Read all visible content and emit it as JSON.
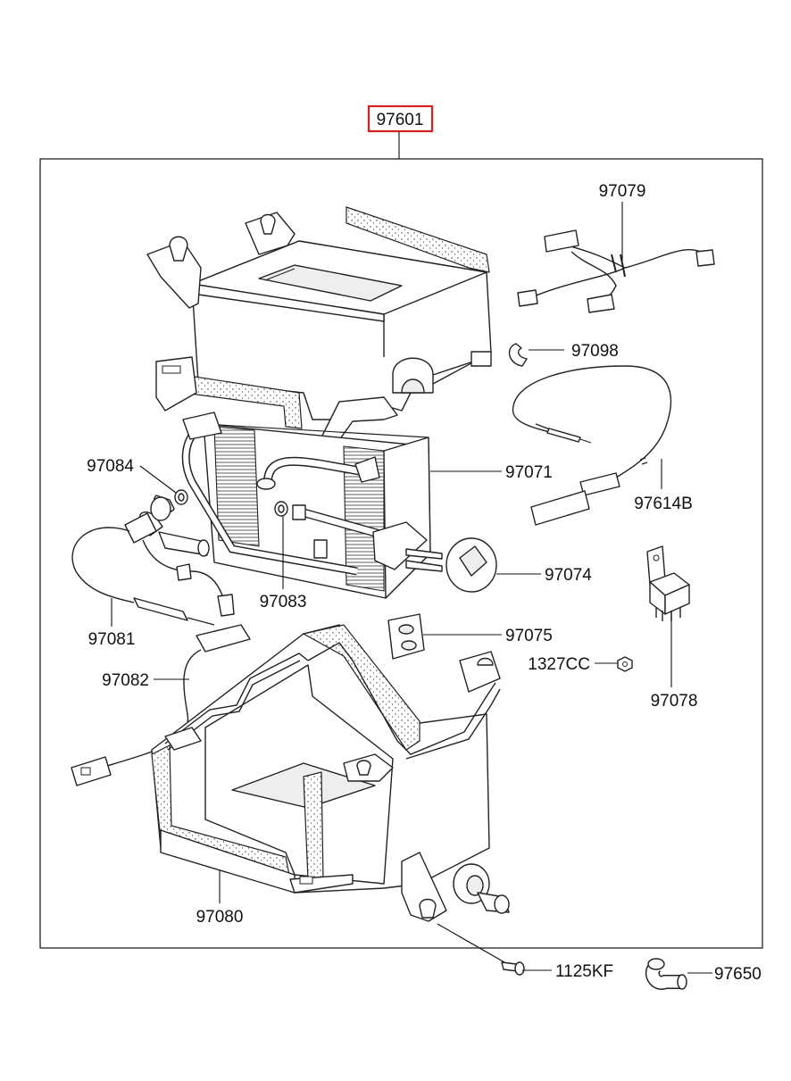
{
  "diagram": {
    "assembly_label": "97601",
    "highlight_color": "#d42020",
    "line_color": "#222222",
    "parts": [
      {
        "id": "97079",
        "label": "97079"
      },
      {
        "id": "97098",
        "label": "97098"
      },
      {
        "id": "97084",
        "label": "97084"
      },
      {
        "id": "97071",
        "label": "97071"
      },
      {
        "id": "97614B",
        "label": "97614B"
      },
      {
        "id": "97074",
        "label": "97074"
      },
      {
        "id": "97083",
        "label": "97083"
      },
      {
        "id": "97081",
        "label": "97081"
      },
      {
        "id": "97075",
        "label": "97075"
      },
      {
        "id": "97082",
        "label": "97082"
      },
      {
        "id": "1327CC",
        "label": "1327CC"
      },
      {
        "id": "97078",
        "label": "97078"
      },
      {
        "id": "97080",
        "label": "97080"
      },
      {
        "id": "1125KF",
        "label": "1125KF"
      },
      {
        "id": "97650",
        "label": "97650"
      }
    ]
  }
}
